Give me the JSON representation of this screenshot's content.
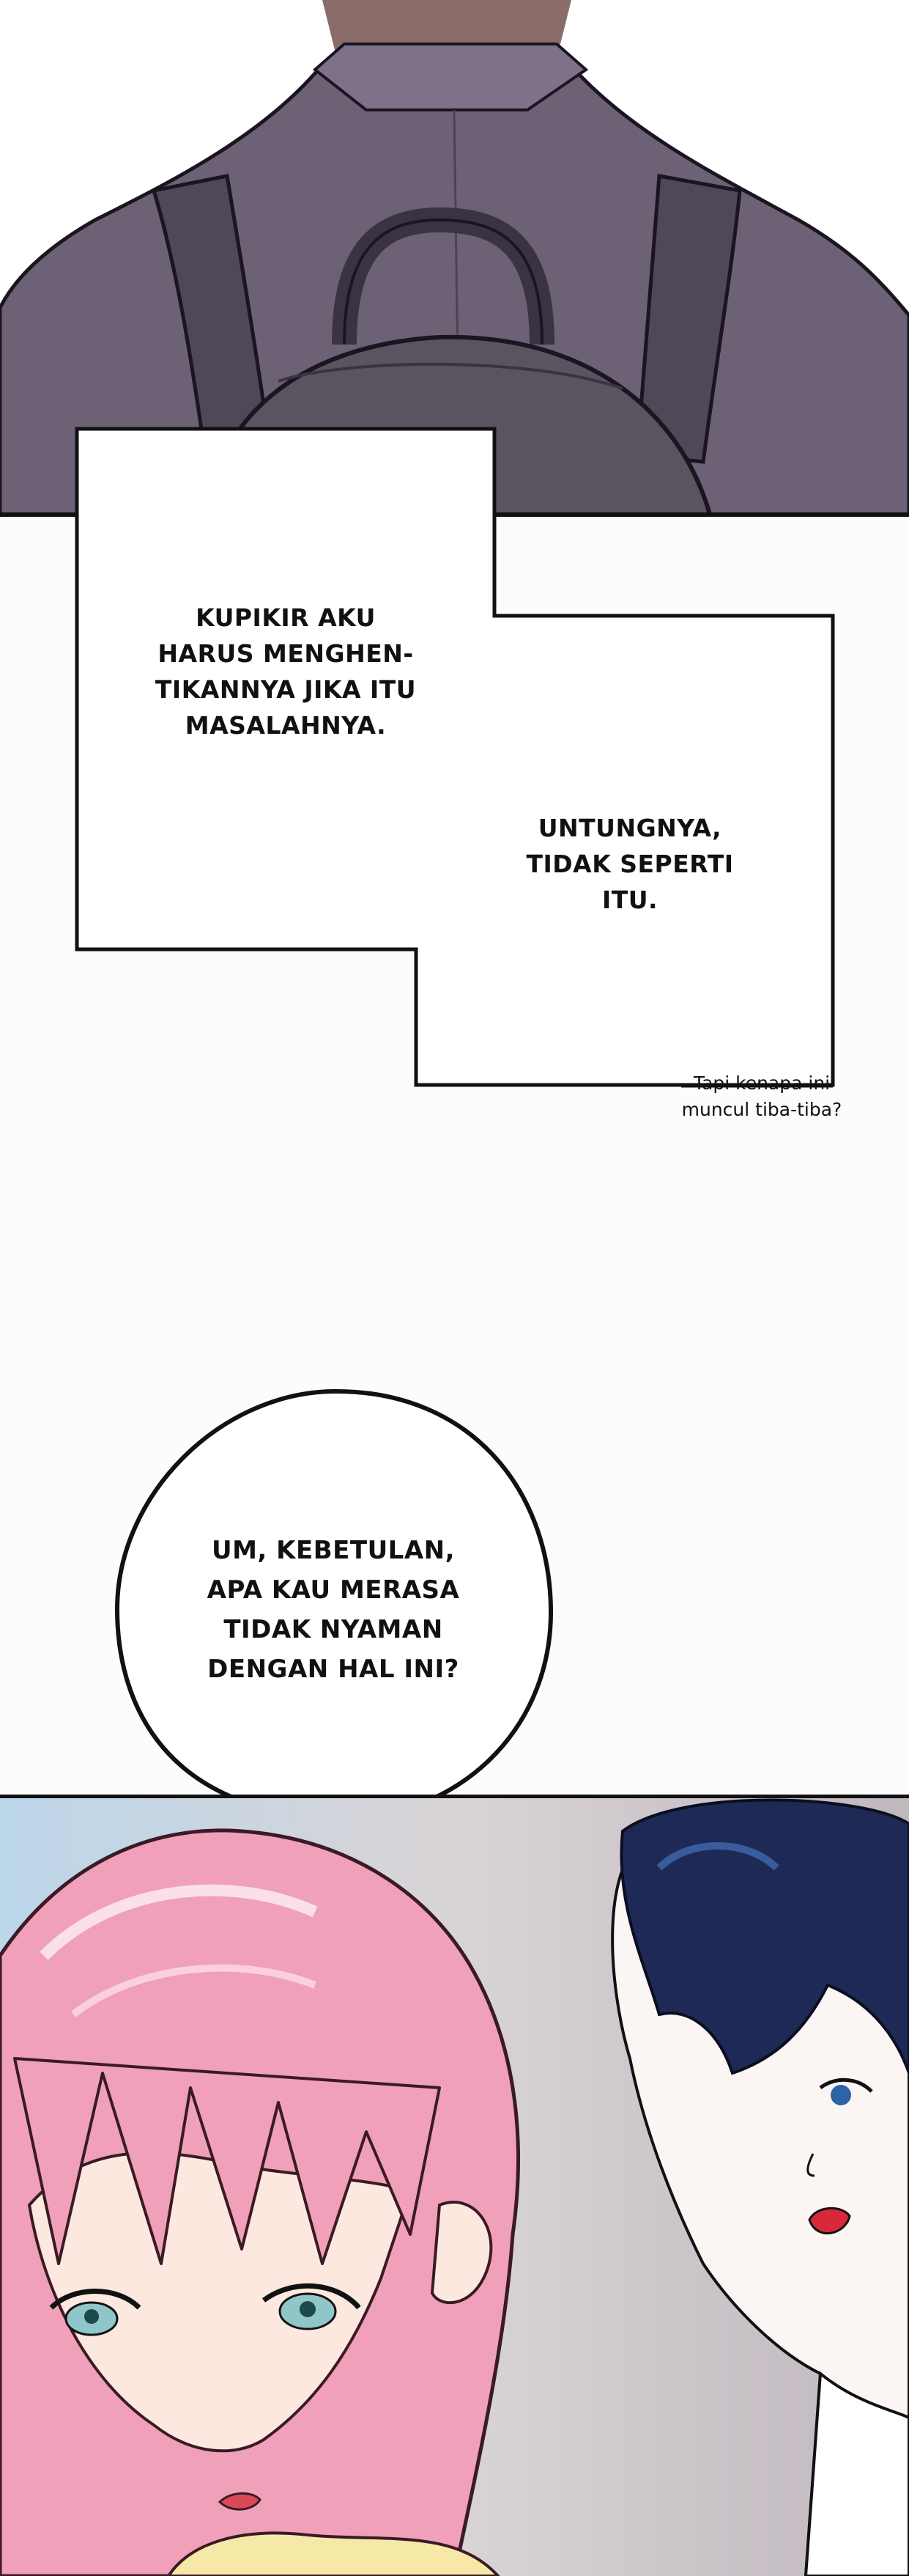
{
  "captions": {
    "first": "KUPIKIR AKU\nHARUS MENGHEN-\nTIKANNYA JIKA ITU\nMASALAHNYA.",
    "second": "UNTUNGNYA,\nTIDAK SEPERTI\nITU."
  },
  "aside": "Tapi kenapa ini\nmuncul tiba-tiba?",
  "bubble": "UM, KEBETULAN,\nAPA KAU MERASA\nTIDAK NYAMAN\nDENGAN HAL INI?",
  "colors": {
    "jacket": "#6c6175",
    "background_panel": "#b9b3c0",
    "hair_pink": "#f0a0b8",
    "hair_dark": "#1e2a55",
    "sky": "#bcd6ea"
  }
}
